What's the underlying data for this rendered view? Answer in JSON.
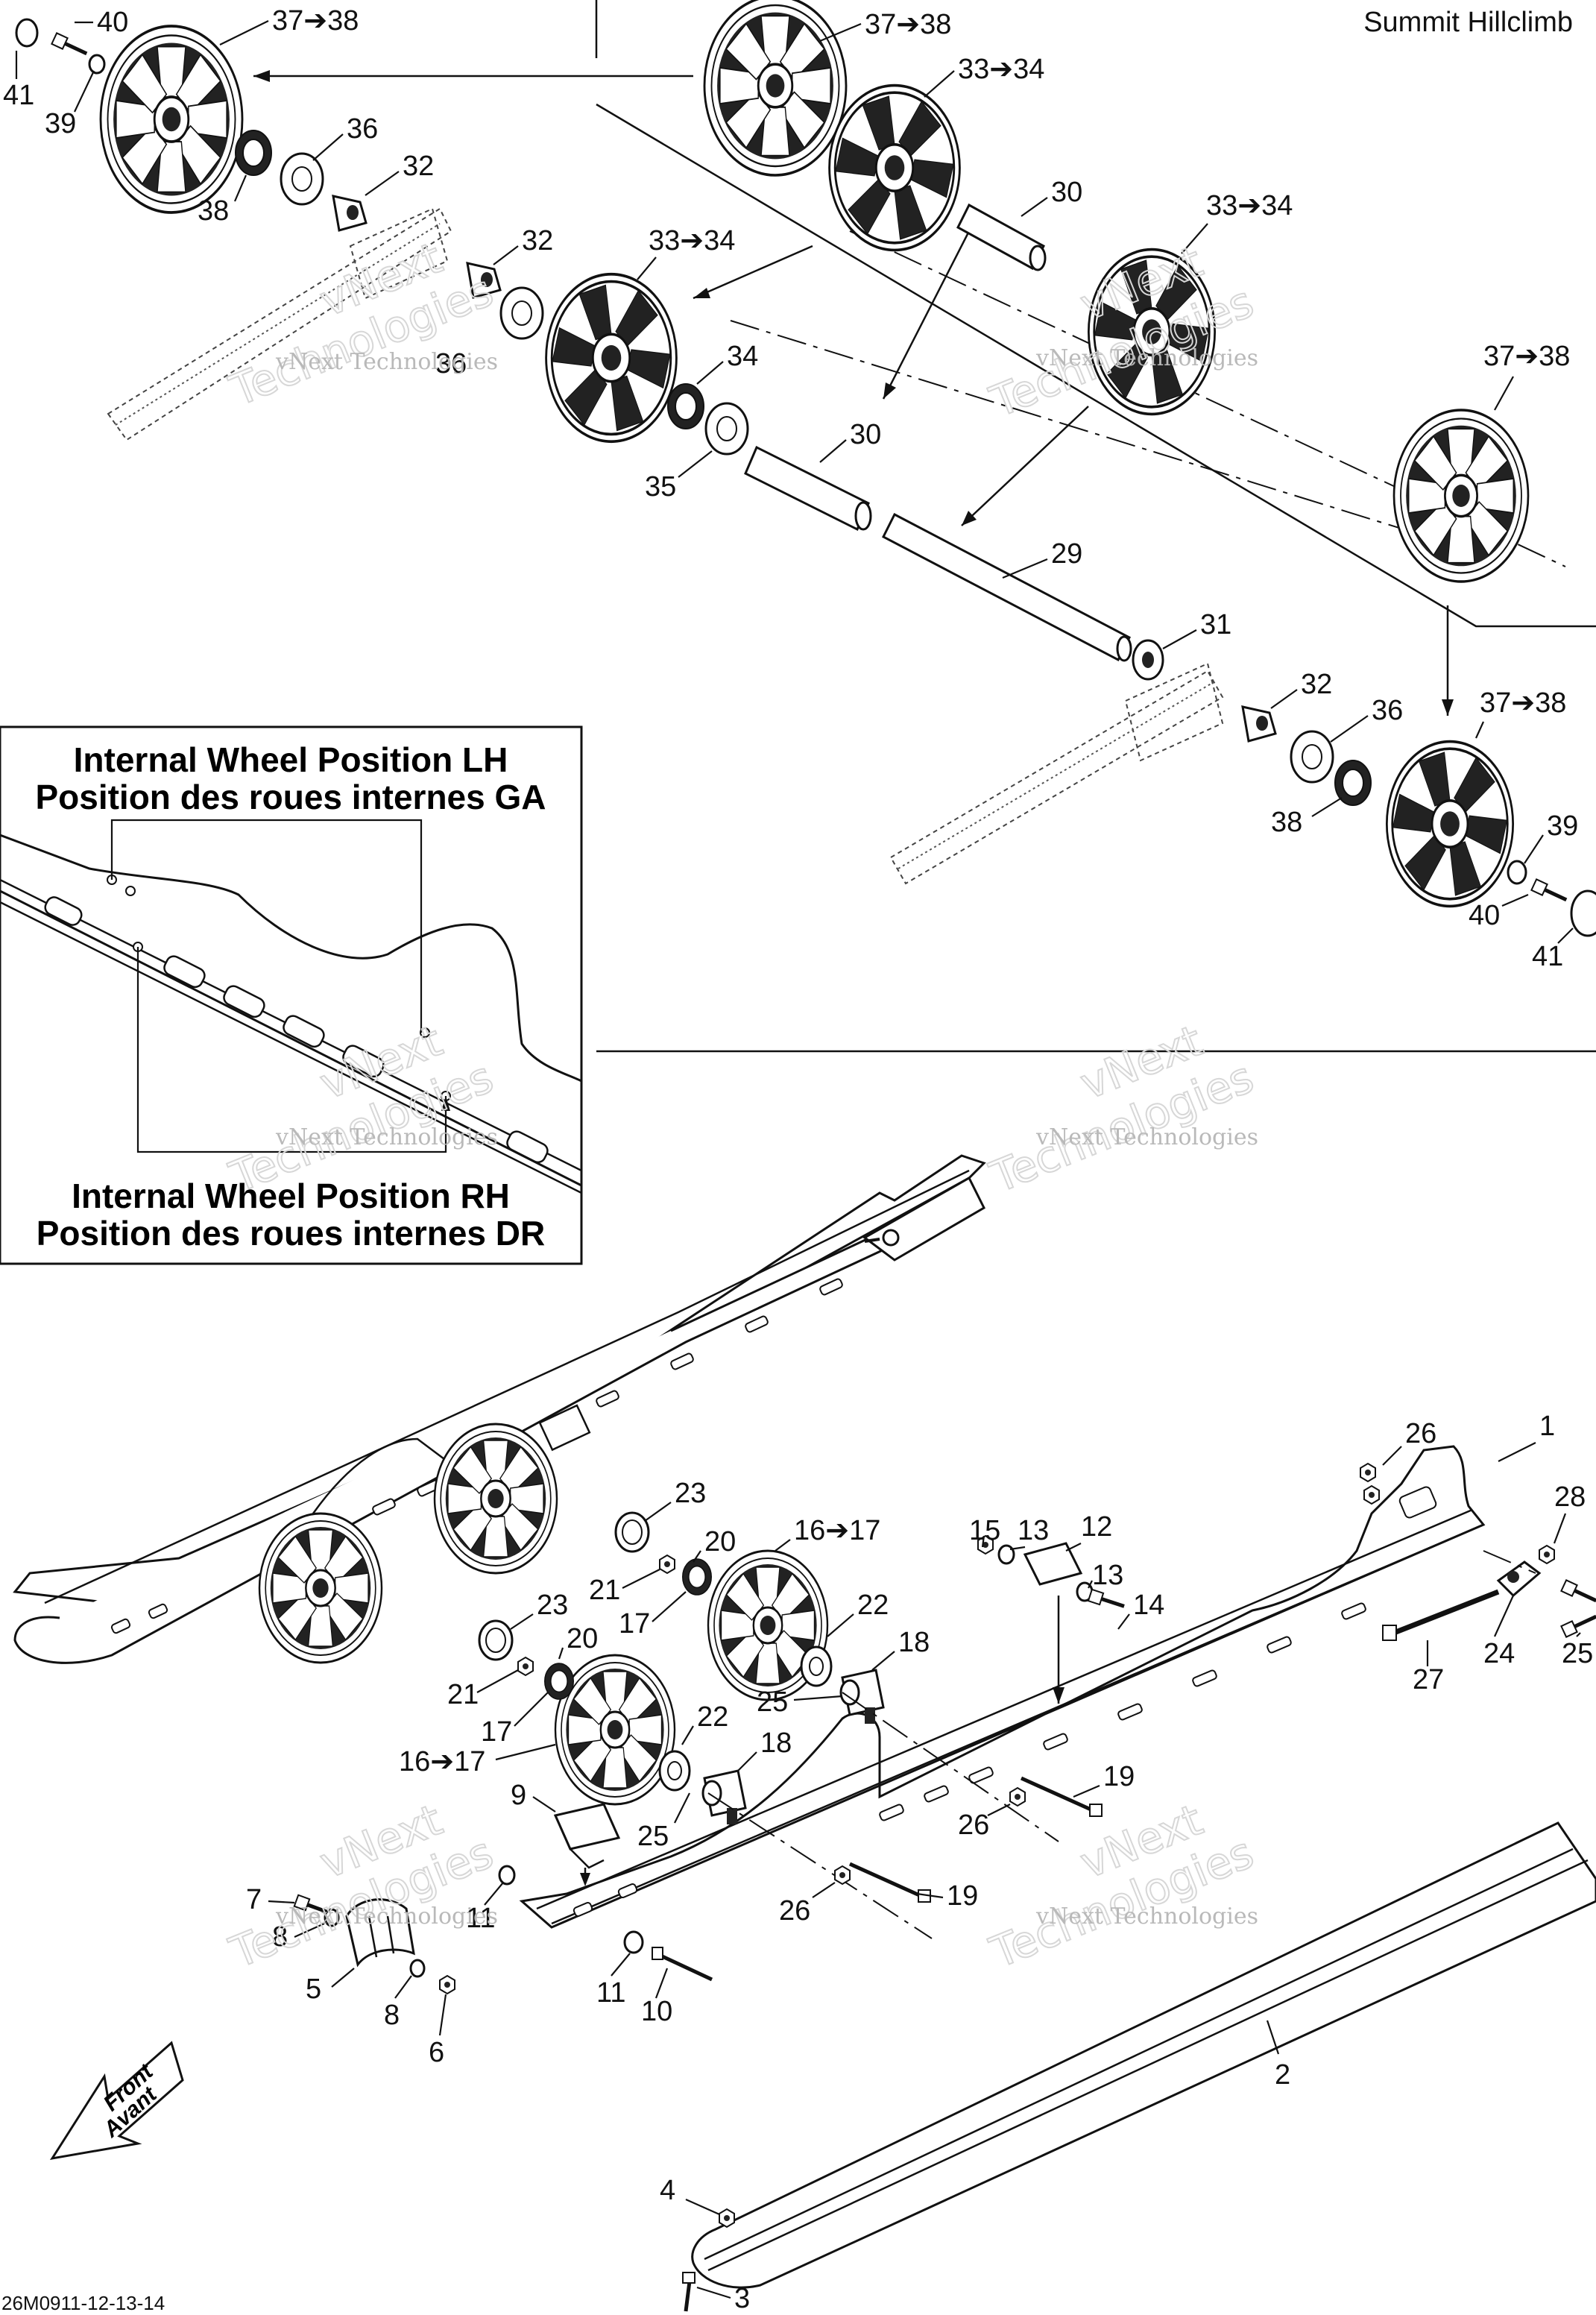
{
  "page": {
    "title": "Summit Hillclimb",
    "drawing_code": "26M0911-12-13-14"
  },
  "watermark": {
    "line1": "vNext Technologies",
    "line2": "vNext",
    "line3": "Technologies"
  },
  "inset": {
    "title_lh_en": "Internal Wheel Position LH",
    "title_lh_fr": "Position des roues internes GA",
    "title_rh_en": "Internal Wheel Position RH",
    "title_rh_fr": "Position des roues internes DR"
  },
  "front_arrow": {
    "line1": "Front",
    "line2": "Avant"
  },
  "callouts": {
    "c40_a": "40",
    "c41_a": "41",
    "c39_a": "39",
    "c37_a": "37➔38",
    "c37_b": "37➔38",
    "c33_a": "33➔34",
    "c36_a": "36",
    "c32_a": "32",
    "c38_a": "38",
    "c32_b": "32",
    "c33_b": "33➔34",
    "c30_a": "30",
    "c33_c": "33➔34",
    "c34_a": "34",
    "c36_b": "36",
    "c37_c": "37➔38",
    "c35_a": "35",
    "c30_b": "30",
    "c29_a": "29",
    "c31_a": "31",
    "c32_c": "32",
    "c36_c": "36",
    "c37_d": "37➔38",
    "c38_b": "38",
    "c39_b": "39",
    "c40_b": "40",
    "c41_b": "41",
    "c26_a": "26",
    "c1": "1",
    "c28": "28",
    "c23_a": "23",
    "c16_a": "16➔17",
    "c15": "15",
    "c13_a": "13",
    "c12": "12",
    "c20_a": "20",
    "c21_a": "21",
    "c13_b": "13",
    "c17_a": "17",
    "c22_a": "22",
    "c14": "14",
    "c23_b": "23",
    "c18_a": "18",
    "c20_b": "20",
    "c27": "27",
    "c24": "24",
    "c25_a": "25",
    "c21_b": "21",
    "c25_b": "25",
    "c17_b": "17",
    "c22_b": "22",
    "c16_b": "16➔17",
    "c18_b": "18",
    "c19_a": "19",
    "c9": "9",
    "c26_b": "26",
    "c25_c": "25",
    "c19_b": "19",
    "c7": "7",
    "c11_a": "11",
    "c26_c": "26",
    "c8_a": "8",
    "c5": "5",
    "c8_b": "8",
    "c6": "6",
    "c11_b": "11",
    "c10": "10",
    "c2": "2",
    "c4": "4",
    "c3": "3"
  }
}
